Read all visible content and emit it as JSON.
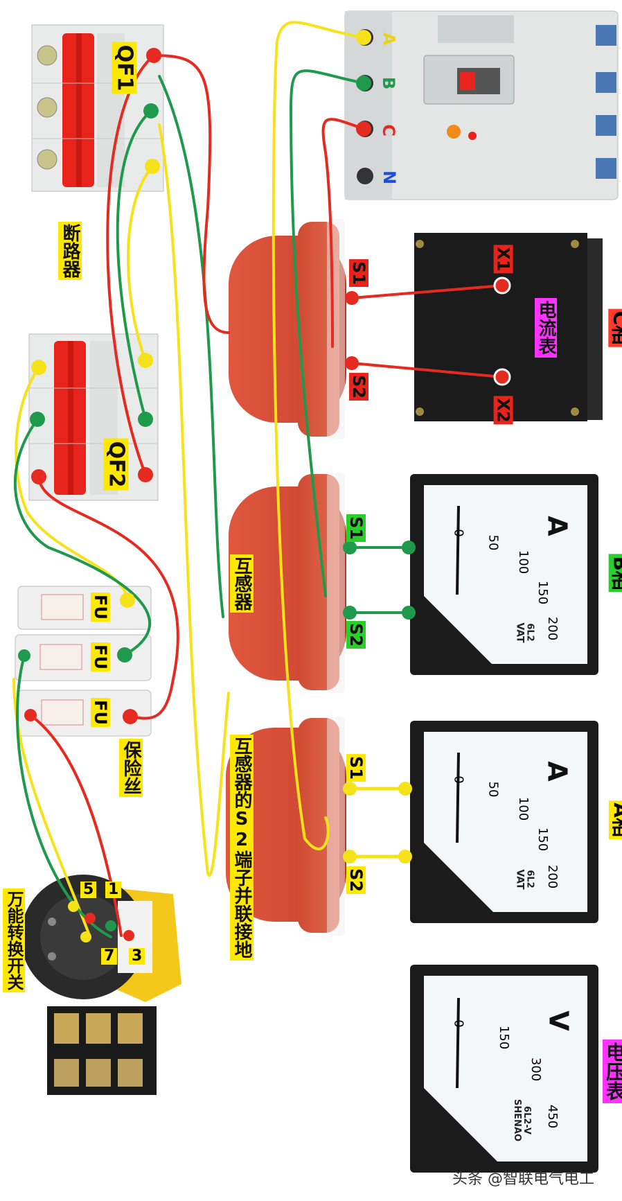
{
  "breakers": {
    "qf1": "QF1",
    "qf2": "QF2",
    "breaker_caption": "断路器"
  },
  "fuses": {
    "fu_label": "FU",
    "fuse_caption": "保险丝"
  },
  "transformers": {
    "s1": "S1",
    "s2": "S2",
    "ct_caption": "互感器",
    "ground_note": "互感器的S2端子并联接地"
  },
  "main_breaker": {
    "a": "A",
    "b": "B",
    "c": "C",
    "n": "N"
  },
  "meters": {
    "c_phase": "C相",
    "b_phase": "B相",
    "a_phase": "A相",
    "ammeter_caption": "电流表",
    "voltmeter_caption": "电压表",
    "x1": "X1",
    "x2": "X2",
    "amp_unit": "A",
    "volt_unit": "V",
    "amp_ticks": [
      "0",
      "50",
      "100",
      "150",
      "200"
    ],
    "volt_ticks": [
      "0",
      "150",
      "300",
      "450"
    ],
    "brand_amp": "VAT",
    "model_amp": "6L2",
    "brand_volt": "SHENAO",
    "model_volt": "6L2-V"
  },
  "switch": {
    "caption": "万能转换开关",
    "t1": "1",
    "t3": "3",
    "t5": "5",
    "t7": "7"
  },
  "watermark": "头条 @智联电气电工",
  "colors": {
    "phase_a": "#f5e21a",
    "phase_b": "#1f9a4c",
    "phase_c": "#e52a1f"
  }
}
